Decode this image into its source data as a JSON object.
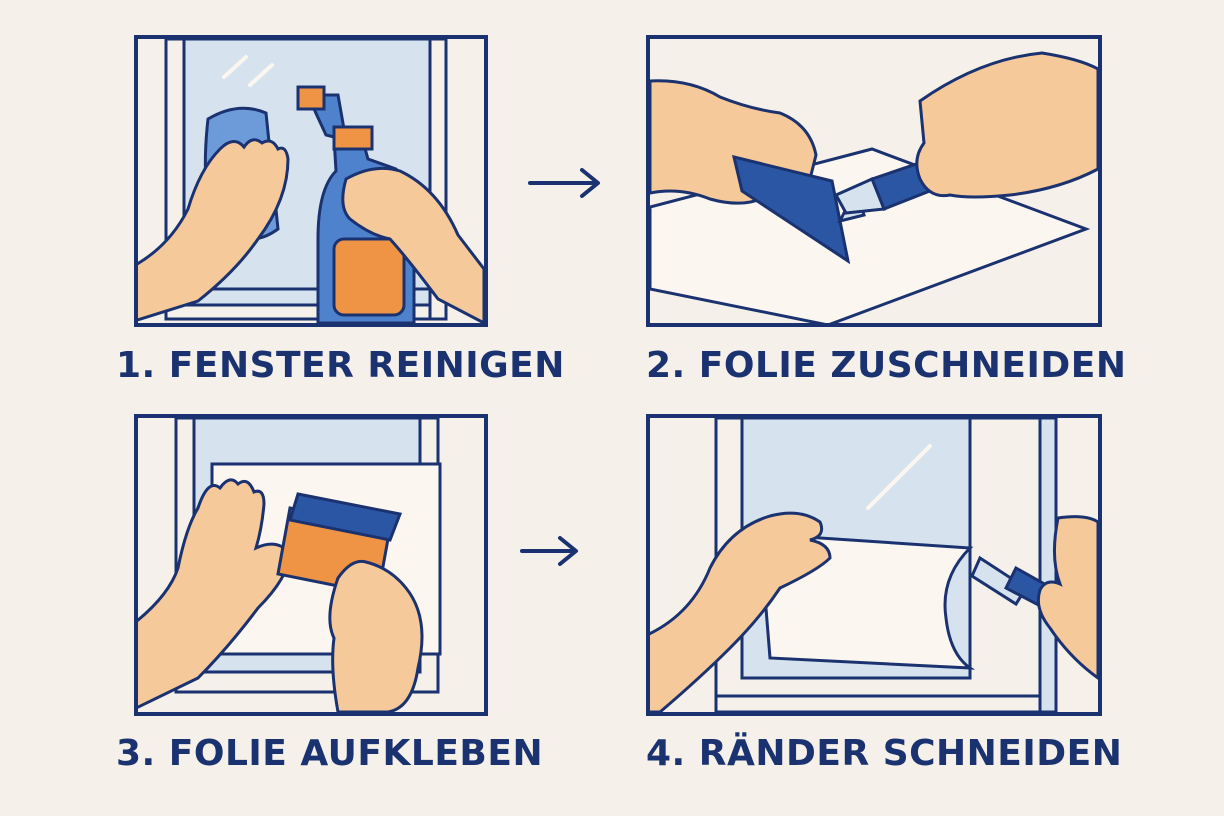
{
  "steps": [
    {
      "label": "1. FENSTER REINIGEN"
    },
    {
      "label": "2. FOLIE ZUSCHNEIDEN"
    },
    {
      "label": "3. FOLIE AUFKLEBEN"
    },
    {
      "label": "4. RÄNDER SCHNEIDEN"
    }
  ],
  "arrows": {
    "icon": "arrow-right-icon"
  },
  "colors": {
    "navy": "#1b3270",
    "blue": "#4f82cc",
    "light_blue": "#d6e3ee",
    "skin": "#f6c99a",
    "orange": "#ef9445",
    "paper": "#fbf7f0",
    "background": "#f5f0e9"
  }
}
